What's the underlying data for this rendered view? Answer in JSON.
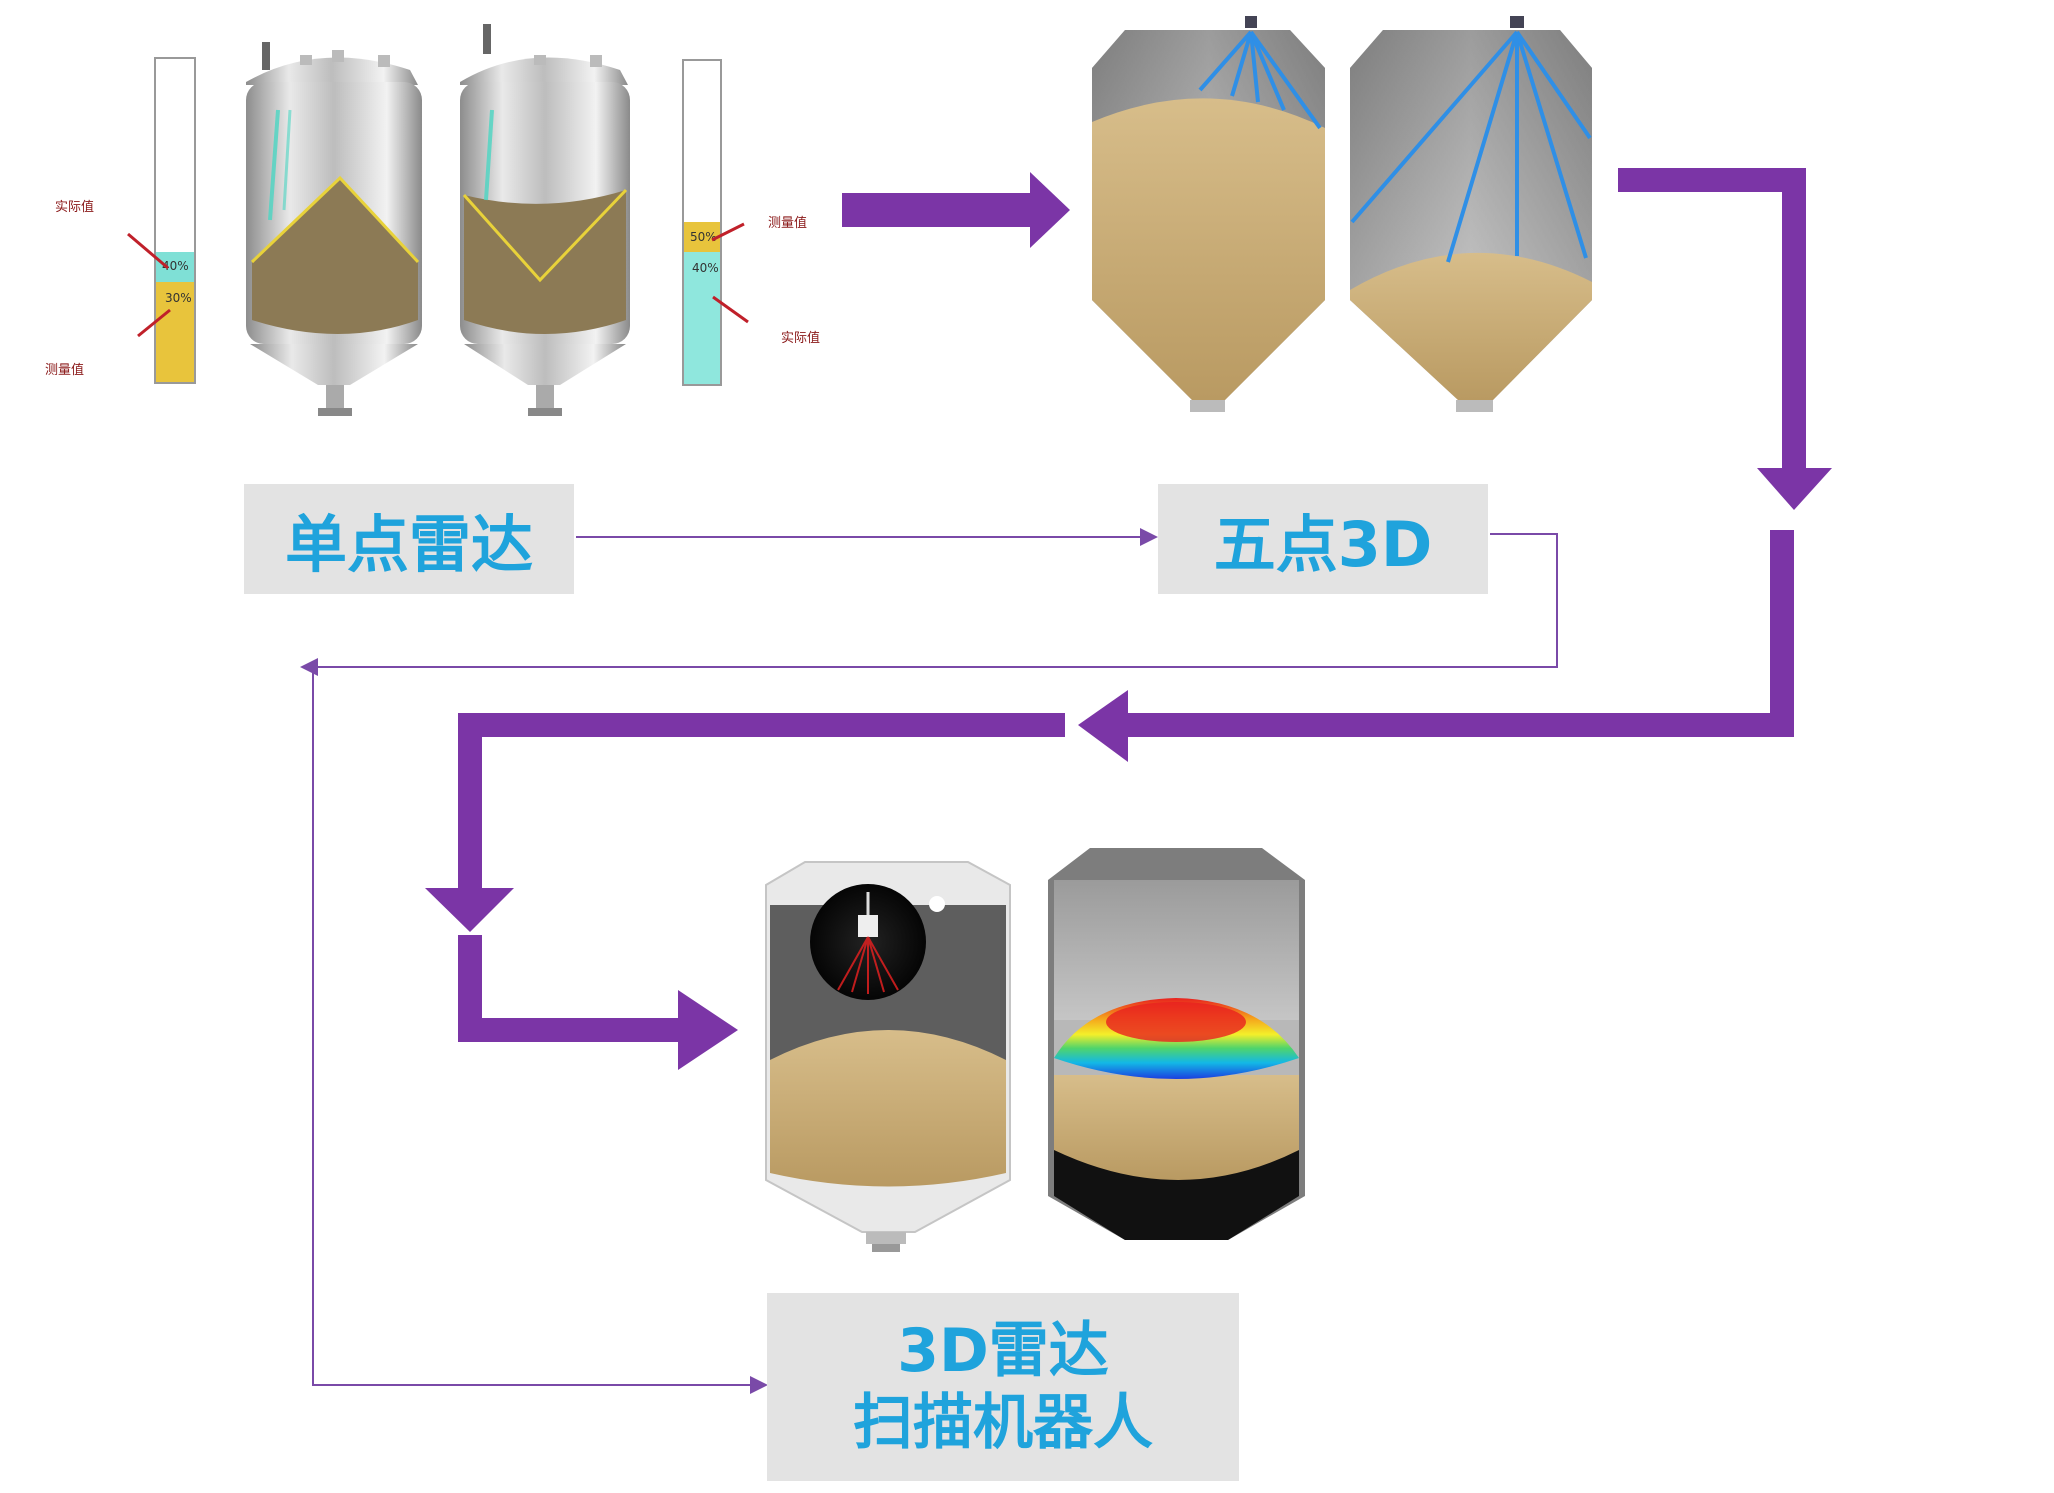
{
  "stages": {
    "single_point": "单点雷达",
    "five_point": "五点3D",
    "scanner_line1": "3D雷达",
    "scanner_line2": "扫描机器人"
  },
  "gauge_left": {
    "actual_label": "实际值",
    "measured_label": "测量值",
    "actual_value": "40%",
    "measured_value": "30%"
  },
  "gauge_right": {
    "measured_label": "测量值",
    "actual_label": "实际值",
    "measured_value": "50%",
    "actual_value": "40%"
  },
  "colors": {
    "flow_arrow": "#7b35a6",
    "label_bg": "#e3e3e3",
    "label_text": "#1fa3dc",
    "material": "#c8ab76",
    "radar_beam": "#2f8fe6"
  }
}
